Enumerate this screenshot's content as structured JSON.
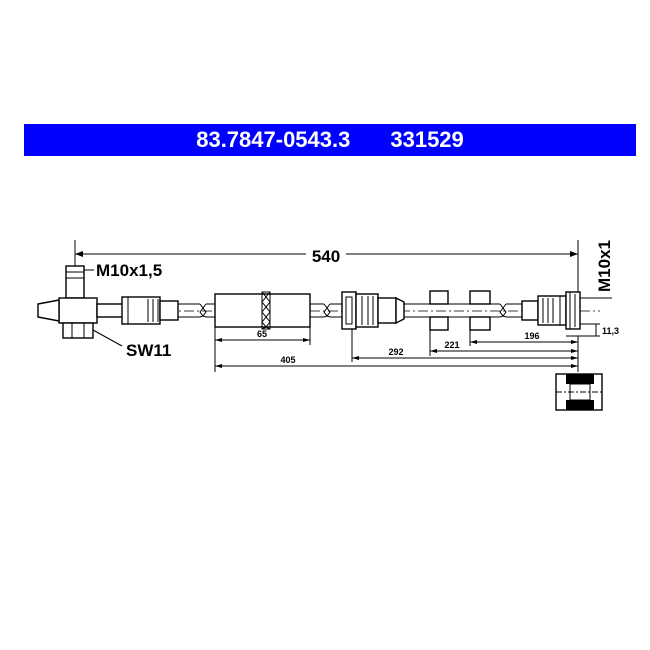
{
  "header": {
    "part_number": "83.7847-0543.3",
    "ref_number": "331529",
    "background_color": "#0000ff"
  },
  "drawing": {
    "overall_length": "540",
    "thread_left": "M10x1,5",
    "wrench_size": "SW11",
    "thread_right": "M10x1",
    "dim_right_small": "11,3",
    "dims": {
      "d65": "65",
      "d292": "292",
      "d221": "221",
      "d196": "196",
      "d405": "405"
    }
  }
}
